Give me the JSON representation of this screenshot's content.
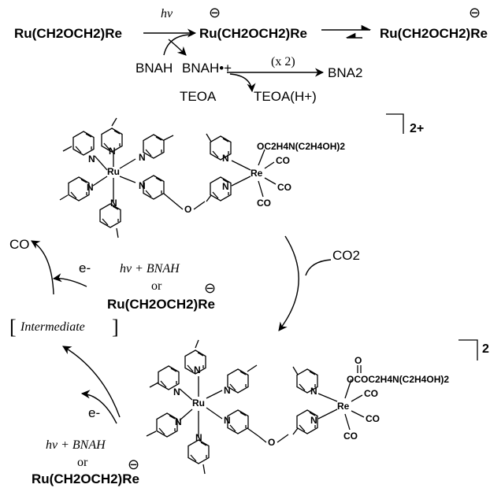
{
  "top": {
    "reactant": "Ru(CH2OCH2)Re",
    "hv": "hν",
    "bnah": "BNAH",
    "bnah_radical_cation": "BNAH•+",
    "product_anion": "Ru(CH2OCH2)Re",
    "equilibrium_product": "Ru(CH2OCH2)Re",
    "times_two": "(x 2)",
    "bna2": "BNA2",
    "teoa": "TEOA",
    "teoa_h": "TEOA(H+)",
    "anion_symbol": "⊖"
  },
  "complex1": {
    "charge": "2+",
    "ru": "Ru",
    "re": "Re",
    "n": "N",
    "o": "O",
    "co": "CO",
    "ligand": "OC2H4N(C2H4OH)2"
  },
  "cycle": {
    "co_product": "CO",
    "co2": "CO2",
    "electron": "e-",
    "reductant_hv_bnah": "hν + BNAH",
    "or": "or",
    "reductant_complex": "Ru(CH2OCH2)Re",
    "intermediate": "Intermediate"
  },
  "complex2": {
    "charge": "2",
    "ru": "Ru",
    "re": "Re",
    "n": "N",
    "o": "O",
    "co": "CO",
    "ligand": "OCOC2H4N(C2H4OH)2",
    "carbonyl_o": "O"
  },
  "bottom": {
    "electron": "e-",
    "reductant_hv_bnah": "hν + BNAH",
    "or": "or",
    "reductant_complex": "Ru(CH2OCH2)Re"
  }
}
